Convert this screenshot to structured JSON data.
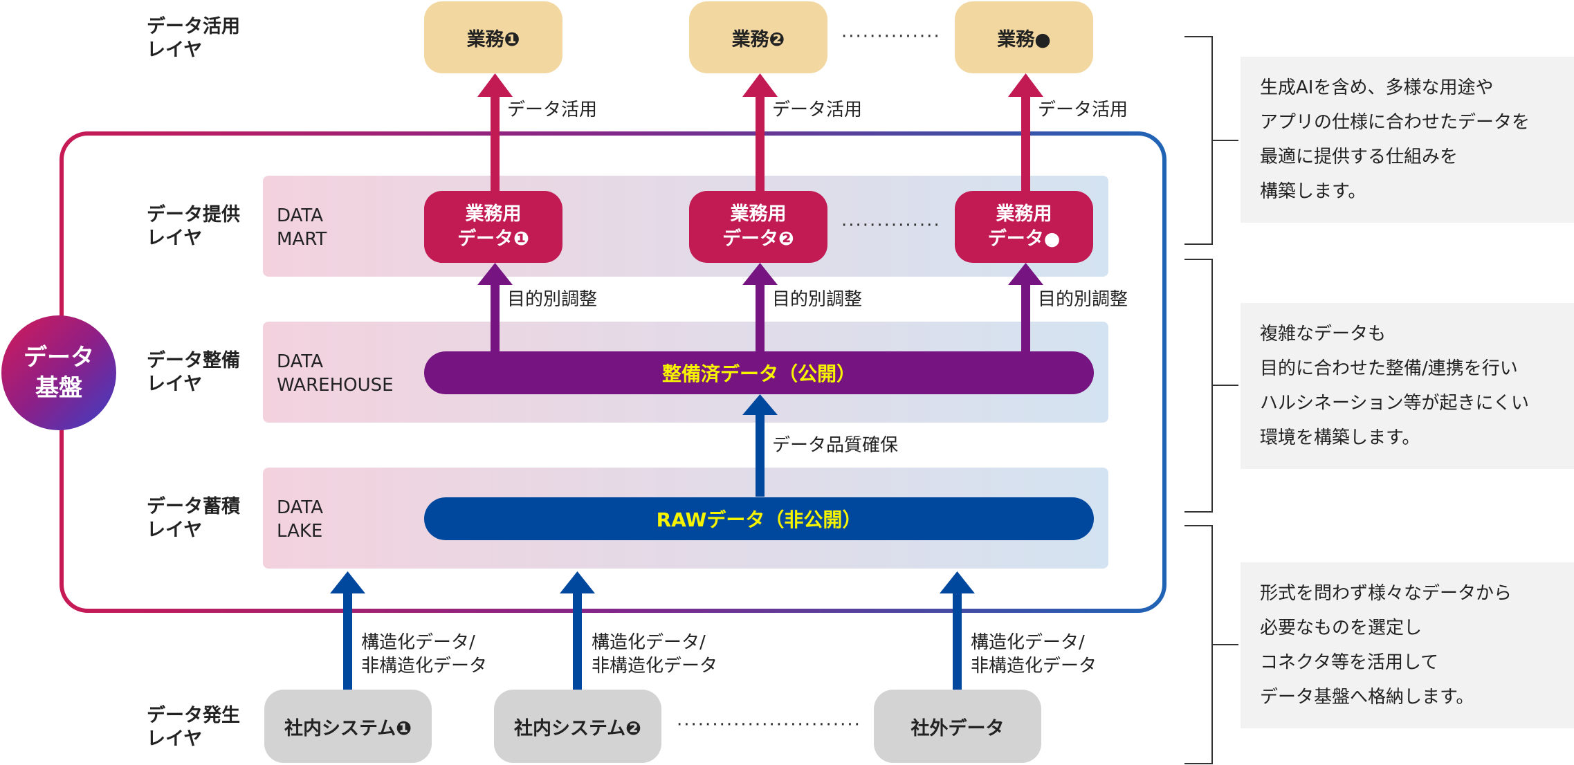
{
  "layers": {
    "usage": [
      "データ活用",
      "レイヤ"
    ],
    "provide": [
      "データ提供",
      "レイヤ"
    ],
    "maintain": [
      "データ整備",
      "レイヤ"
    ],
    "store": [
      "データ蓄積",
      "レイヤ"
    ],
    "origin": [
      "データ発生",
      "レイヤ"
    ]
  },
  "bands": {
    "mart": [
      "DATA",
      "MART"
    ],
    "warehouse": [
      "DATA",
      "WAREHOUSE"
    ],
    "lake": [
      "DATA",
      "LAKE"
    ]
  },
  "business": [
    "業務❶",
    "業務❷",
    "業務●"
  ],
  "business_data": [
    [
      "業務用",
      "データ❶"
    ],
    [
      "業務用",
      "データ❷"
    ],
    [
      "業務用",
      "データ●"
    ]
  ],
  "warehouse_bar": "整備済データ（公開）",
  "raw_bar": "RAWデータ（非公開）",
  "sources": [
    "社内システム❶",
    "社内システム❷",
    "社外データ"
  ],
  "edge_labels": {
    "usage": "データ活用",
    "adjust": "目的別調整",
    "quality": "データ品質確保",
    "ingest": [
      "構造化データ/",
      "非構造化データ"
    ]
  },
  "platform": [
    "データ",
    "基盤"
  ],
  "notes": [
    [
      "生成AIを含め、多様な用途や",
      "アプリの仕様に合わせたデータを",
      "最適に提供する仕組みを",
      "構築します。"
    ],
    [
      "複雑なデータも",
      "目的に合わせた整備/連携を行い",
      "ハルシネーション等が起きにくい",
      "環境を構築します。"
    ],
    [
      "形式を問わず様々なデータから",
      "必要なものを選定し",
      "コネクタ等を活用して",
      "データ基盤へ格納します。"
    ]
  ],
  "colors": {
    "business": "#f2d7a1",
    "mart": "#c21a53",
    "warehouse": "#761581",
    "raw": "#00489e",
    "source": "#d3d3d3",
    "bar_text": "#f7f400"
  }
}
